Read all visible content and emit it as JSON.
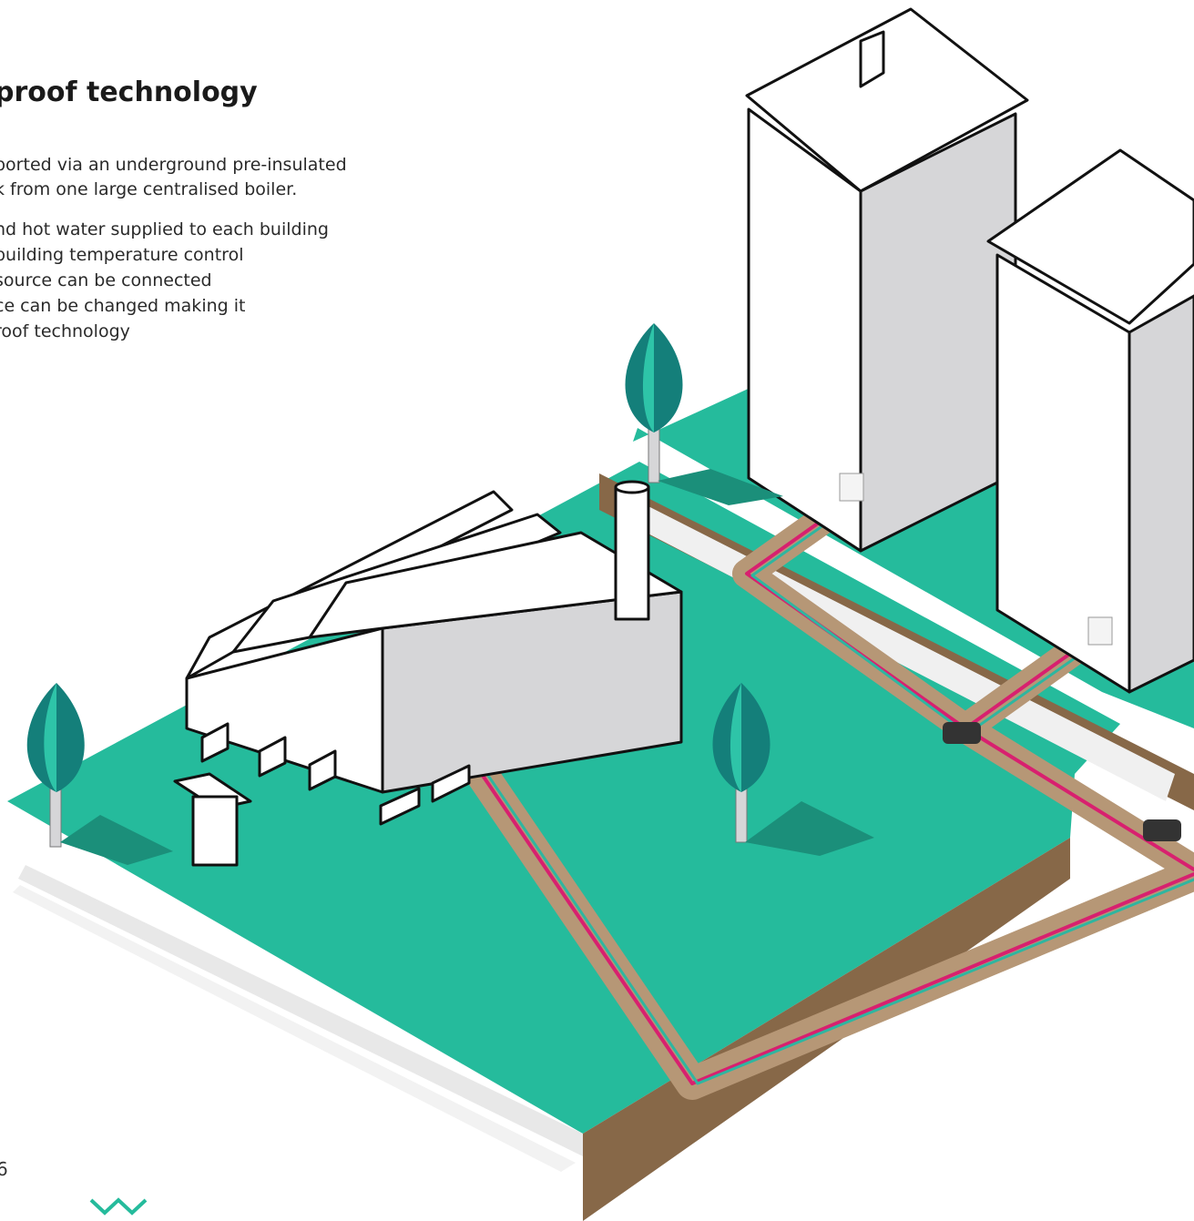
{
  "heading": "proof technology",
  "intro_lines": [
    "ported via an underground pre-insulated",
    "k from one large centralised boiler."
  ],
  "bullets": [
    "nd hot water supplied to each building",
    " building temperature control",
    "source can be connected",
    "ce can be changed making it",
    "roof technology"
  ],
  "page_number": "6",
  "colors": {
    "grass": "#25bb9c",
    "soil": "#876848",
    "pipe_trench": "#b69776",
    "pipe_hot": "#d8206f",
    "pipe_cold": "#2eb6a0",
    "tree_dark": "#147f7a",
    "tree_light": "#2ec4a8",
    "shadow": "#1b8f7a",
    "building_side": "#d6d6d8",
    "logo": "#25bb9c"
  },
  "icons": [
    "factory-building",
    "apartment-building",
    "tree-icon",
    "heat-interface-unit-icon",
    "pipe-tee-junction-icon",
    "brand-logo-icon"
  ]
}
